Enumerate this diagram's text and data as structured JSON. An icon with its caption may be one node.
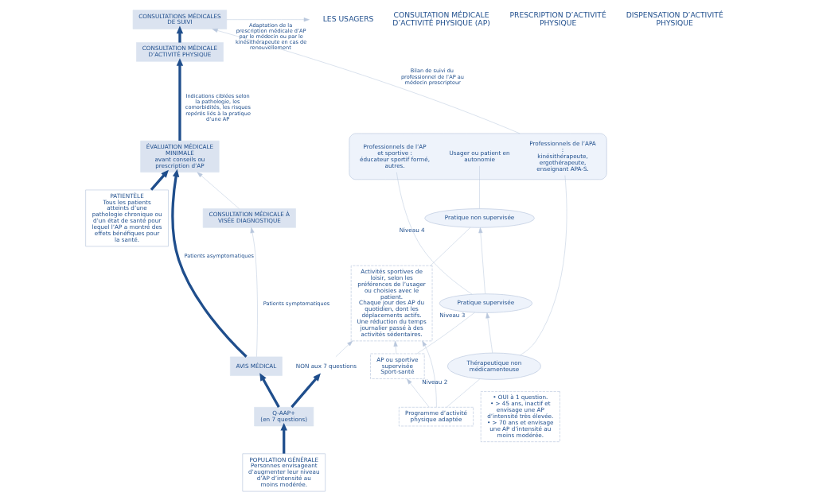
{
  "diagram": {
    "nodes": [
      {
        "text": [
          "CONSULTATIONS MÉDICALES DE SUIVI"
        ]
      },
      {
        "text": [
          "CONSULTATION MÉDICALE D’ACTIVITÉ PHYSIQUE"
        ]
      },
      {
        "text": [
          "ÉVALUATION MÉDICALE MINIMALE",
          "avant conseils ou prescription d’AP"
        ]
      },
      {
        "text": [
          "PATIENTÈLE",
          "Tous les patients",
          "atteints d’une pathologie chronique ou d’un état de santé pour lequel l’AP a montré des effets bénéfiques pour la santé."
        ]
      },
      {
        "text": [
          "AVIS MÉDICAL"
        ]
      },
      {
        "text": [
          "CONSULTATION MÉDICALE À VISÉE DIAGNOSTIQUE"
        ]
      },
      {
        "text": [
          "POPULATION GÉNÉRALE",
          "Personnes envisageant d’augmenter leur niveau d’AP d’intensité au moins modérée."
        ]
      },
      {
        "text": [
          "Q-AAP+",
          "(en 7 questions)"
        ]
      },
      {
        "text": [
          "• OUI à 1 question.",
          "• > 45 ans, inactif et envisage une AP d’intensité très élevée.",
          "• > 70 ans et envisage une AP d’intensité au moins modérée."
        ]
      },
      {
        "text": [
          "NON aux 7 questions"
        ]
      },
      {
        "text": [
          "Programme d’activité physique adaptée"
        ]
      },
      {
        "text": [
          "AP ou sportive supervisée",
          "Sport-santé"
        ]
      },
      {
        "text": [
          "Activités sportives de loisir, selon les préférences de l’usager ou choisies avec le patient.",
          "Chaque jour des AP du quotidien, dont les déplacements actifs.",
          "Une réduction du temps journalier passé à des activités sédentaires."
        ]
      },
      {
        "text": [
          "Thérapeutique non médicamenteuse"
        ],
        "beside": [
          "Niveau 2"
        ]
      },
      {
        "text": [
          "Pratique supervisée"
        ],
        "beside": [
          "Niveau 3"
        ]
      },
      {
        "text": [
          "Pratique non supervisée"
        ],
        "beside": [
          "Niveau 4"
        ]
      },
      {
        "text": [],
        "shape": "cone"
      },
      {
        "text": [
          "Professionnels de l’APA :",
          "kinésithérapeute, ergothérapeute, enseignant APA-S."
        ],
        "in": 16
      },
      {
        "text": [
          "Professionnels de l’AP et sportive :",
          "éducateur sportif formé, autres."
        ],
        "in": 16
      },
      {
        "text": [
          "Usager ou patient en autonomie"
        ],
        "in": 16
      }
    ],
    "edges": [
      {
        "from": 3,
        "to": 2,
        "arrow": "to",
        "style": "thick",
        "color": "#1f4e8c"
      },
      {
        "from": 6,
        "to": 7,
        "arrow": "to",
        "style": "thick",
        "color": "#1f4e8c"
      },
      {
        "from": 7,
        "to": 4,
        "arrow": "to",
        "style": "thick",
        "color": "#1f4e8c"
      },
      {
        "from": 4,
        "to": 2,
        "arrow": "to",
        "label": "Patients asymptomatiques",
        "style": "thick",
        "color": "#1f4e8c"
      },
      {
        "from": 4,
        "to": 5,
        "arrow": "to",
        "label": "Patients symptomatiques"
      },
      {
        "from": 5,
        "to": 2,
        "arrow": "to"
      },
      {
        "from": 2,
        "to": 1,
        "arrow": "to",
        "label": "Indications ciblées selon la pathologie, les comorbidités, les risques repérés liés à la pratique d’une AP",
        "style": "thick",
        "color": "#1f4e8c"
      },
      {
        "from": 1,
        "to": 0,
        "arrow": "to",
        "style": "thick",
        "color": "#1f4e8c"
      },
      {
        "from": 7,
        "to": 9,
        "arrow": "to",
        "style": "thick",
        "color": "#1f4e8c"
      },
      {
        "from": 9,
        "to": 12,
        "arrow": "to"
      },
      {
        "from": 16,
        "to": 0,
        "arrow": "to",
        "label": "Bilan de suivi du professionnel de l’AP au médecin prescripteur"
      },
      {
        "from": 0,
        "to": null,
        "arrow": "to",
        "label": "Adaptation de la prescription médicale d’AP par le médecin ou par le kinésithérapeute en cas de renouvellement"
      },
      {
        "from": 10,
        "to": 11,
        "arrow": "to"
      },
      {
        "from": 11,
        "to": 12,
        "arrow": "to"
      },
      {
        "from": 10,
        "to": 12,
        "arrow": "to"
      },
      {
        "from": 10,
        "to": 13,
        "arrow": "none"
      },
      {
        "from": 11,
        "to": 14,
        "arrow": "none"
      },
      {
        "from": 12,
        "to": 15,
        "arrow": "none"
      },
      {
        "from": 13,
        "to": 14,
        "arrow": "to"
      },
      {
        "from": 14,
        "to": 15,
        "arrow": "to"
      },
      {
        "from": 13,
        "to": 17,
        "arrow": "none"
      },
      {
        "from": 14,
        "to": 18,
        "arrow": "none"
      },
      {
        "from": 15,
        "to": 19,
        "arrow": "none"
      }
    ],
    "labels": [
      "LES USAGERS",
      "CONSULTATION MÉDICALE D’ACTIVITÉ PHYSIQUE (AP)",
      "PRESCRIPTION D’ACTIVITÉ PHYSIQUE",
      "DISPENSATION D’ACTIVITÉ PHYSIQUE"
    ]
  }
}
